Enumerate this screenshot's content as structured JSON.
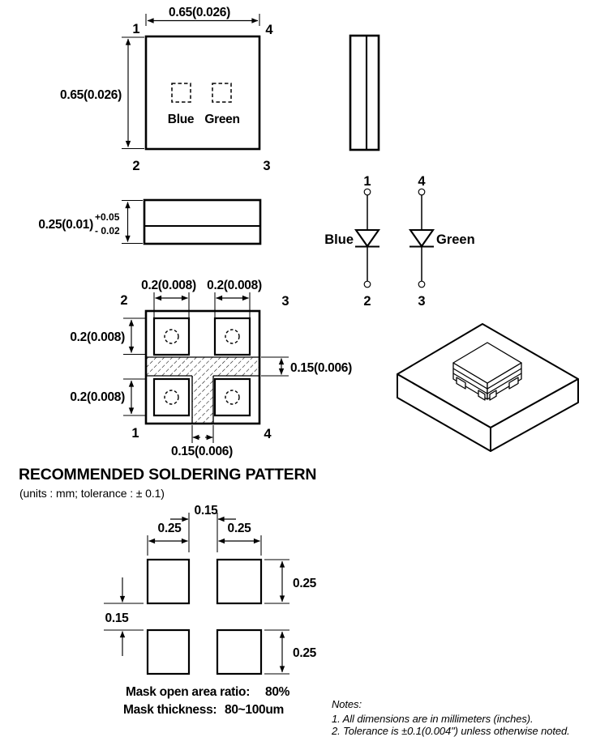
{
  "top_view": {
    "width_dim": "0.65(0.026)",
    "height_dim": "0.65(0.026)",
    "pin_tl": "1",
    "pin_tr": "4",
    "pin_bl": "2",
    "pin_br": "3",
    "die_left": "Blue",
    "die_right": "Green"
  },
  "front_view": {
    "thickness_dim": "0.25(0.01)",
    "tol_plus": "+0.05",
    "tol_minus": "- 0.02"
  },
  "circuit": {
    "left_top_pin": "1",
    "left_bottom_pin": "2",
    "left_label": "Blue",
    "right_top_pin": "4",
    "right_bottom_pin": "3",
    "right_label": "Green"
  },
  "bottom_view": {
    "pad_w_left": "0.2(0.008)",
    "pad_w_right": "0.2(0.008)",
    "pad_h_top": "0.2(0.008)",
    "pad_h_bottom": "0.2(0.008)",
    "band_dim": "0.15(0.006)",
    "stem_dim": "0.15(0.006)",
    "pin_tl": "2",
    "pin_tr": "3",
    "pin_bl": "1",
    "pin_br": "4"
  },
  "soldering": {
    "heading": "RECOMMENDED SOLDERING PATTERN",
    "subheading": "(units : mm; tolerance : ± 0.1)",
    "gap_x": "0.15",
    "pad_w_left": "0.25",
    "pad_w_right": "0.25",
    "gap_y": "0.15",
    "pad_h_top": "0.25",
    "pad_h_bottom": "0.25",
    "mask_ratio_label": "Mask open area ratio:",
    "mask_ratio_value": "80%",
    "mask_thickness_label": "Mask thickness:",
    "mask_thickness_value": "80~100um"
  },
  "notes": {
    "title": "Notes:",
    "line1": "1. All dimensions are in millimeters (inches).",
    "line2": "2. Tolerance is ±0.1(0.004\") unless otherwise noted."
  }
}
